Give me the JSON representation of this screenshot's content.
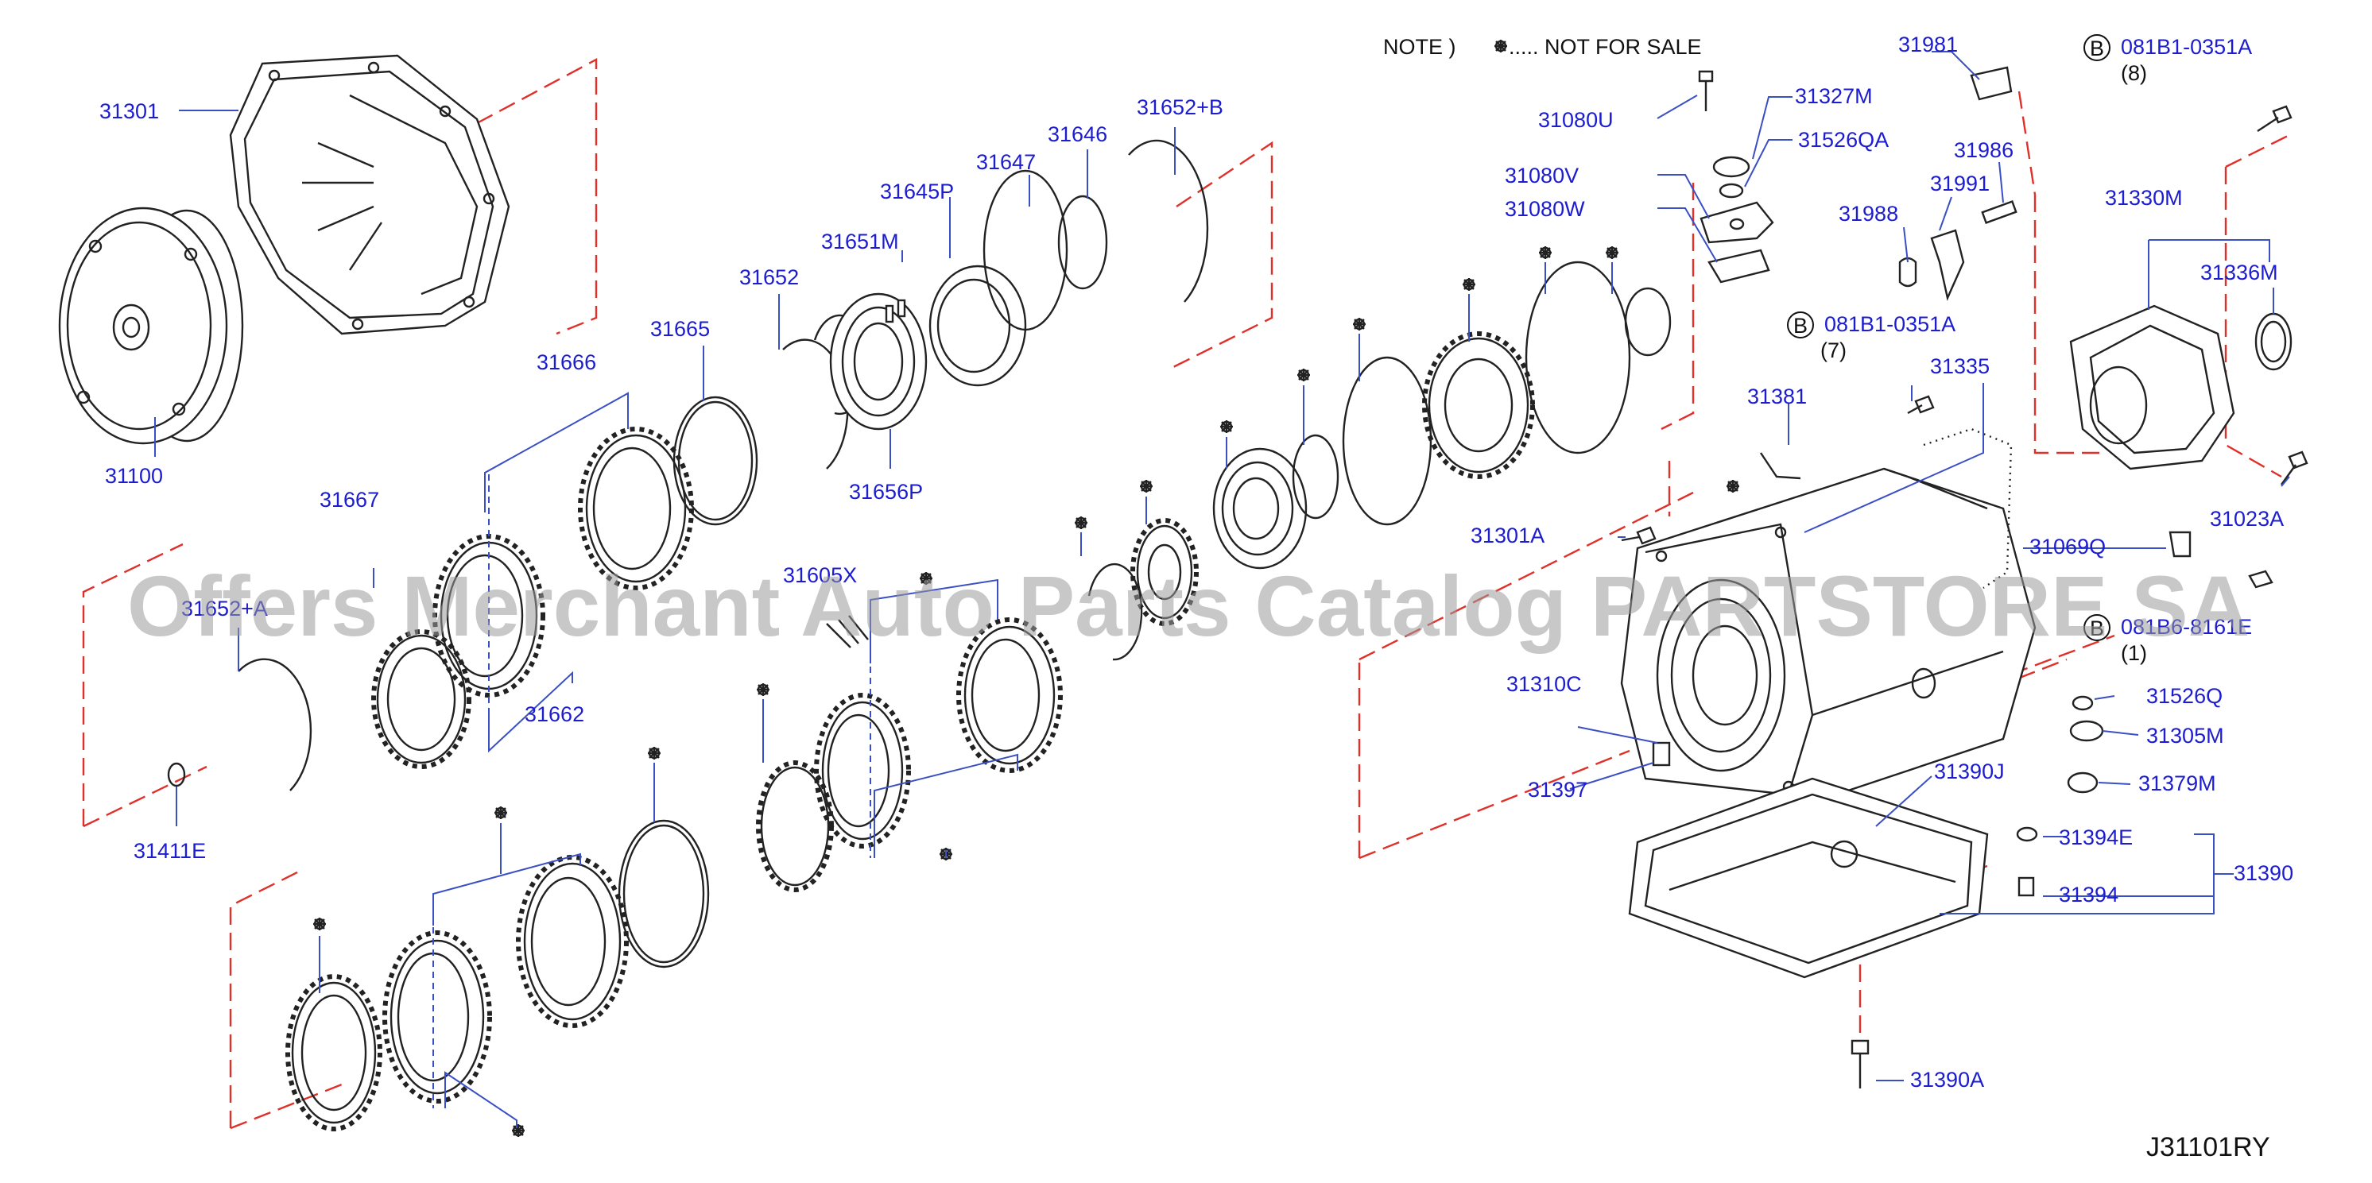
{
  "note": {
    "prefix": "NOTE )",
    "suffix": "..... NOT FOR SALE"
  },
  "watermark": "Offers Merchant Auto Parts Catalog PARTSTORE SA",
  "diagram_code": "J31101RY",
  "labels": {
    "p31301": "31301",
    "p31100": "31100",
    "p31666": "31666",
    "p31665": "31665",
    "p31652": "31652",
    "p31651M": "31651M",
    "p31645P": "31645P",
    "p31647": "31647",
    "p31646": "31646",
    "p31652B": "31652+B",
    "p31656P": "31656P",
    "p31667": "31667",
    "p31652A": "31652+A",
    "p31662": "31662",
    "p31411E": "31411E",
    "p31605X": "31605X",
    "p31080U": "31080U",
    "p31327M": "31327M",
    "p31526QA": "31526QA",
    "p31080V": "31080V",
    "p31080W": "31080W",
    "p31981": "31981",
    "p31986": "31986",
    "p31991": "31991",
    "p31988": "31988",
    "b1_code": "081B1-0351A",
    "b1_qty": "(8)",
    "p31330M": "31330M",
    "p31336M": "31336M",
    "b2_code": "081B1-0351A",
    "b2_qty": "(7)",
    "p31335": "31335",
    "p31381": "31381",
    "p31301A": "31301A",
    "p31069Q": "31069Q",
    "p31023A": "31023A",
    "b3_code": "081B6-8161E",
    "b3_qty": "(1)",
    "p31310C": "31310C",
    "p31526Q": "31526Q",
    "p31305M": "31305M",
    "p31397": "31397",
    "p31390J": "31390J",
    "p31379M": "31379M",
    "p31394E": "31394E",
    "p31390": "31390",
    "p31394": "31394",
    "p31390A": "31390A"
  },
  "bolt_marker": "B"
}
